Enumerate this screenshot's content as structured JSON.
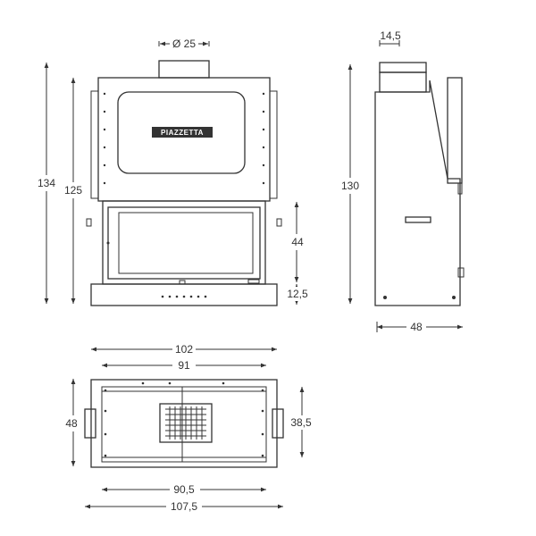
{
  "brand": {
    "logo_text": "PIAZZETTA"
  },
  "front_view": {
    "flue_diameter": "Ø 25",
    "total_height": "134",
    "body_height": "125",
    "glass_height": "44",
    "base_height": "12,5"
  },
  "side_view": {
    "flue_offset": "14,5",
    "height": "130",
    "depth": "48"
  },
  "top_view": {
    "outer_width": "102",
    "inner_width": "91",
    "depth": "48",
    "inner_depth": "38,5",
    "bottom_inner_width": "90,5",
    "bottom_outer_width": "107,5"
  },
  "colors": {
    "line": "#333333",
    "background": "#ffffff"
  }
}
